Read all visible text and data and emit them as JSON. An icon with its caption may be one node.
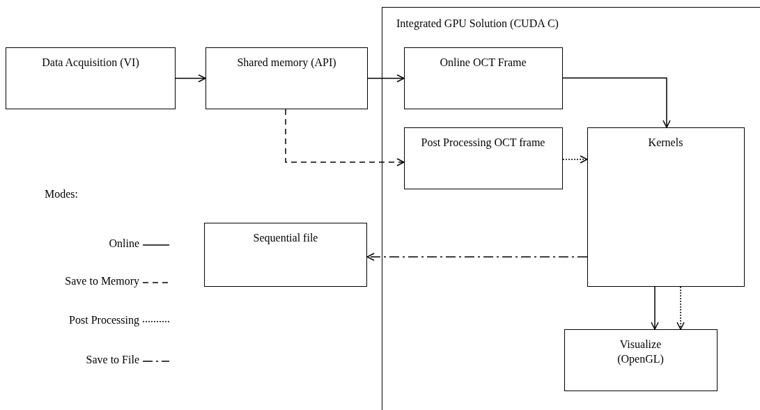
{
  "diagram": {
    "nodes": [
      {
        "text": [
          "Integrated GPU Solution (CUDA C)"
        ]
      },
      {
        "text": [
          "Data Acquisition (VI)"
        ]
      },
      {
        "text": [
          "Shared memory (API)"
        ]
      },
      {
        "text": [
          "Online OCT Frame"
        ],
        "in": 0
      },
      {
        "text": [
          "Post Processing OCT frame"
        ],
        "in": 0
      },
      {
        "text": [
          "Kernels"
        ],
        "in": 0
      },
      {
        "text": [
          "Sequential file"
        ]
      },
      {
        "text": [
          "Visualize (OpenGL)"
        ],
        "in": 0
      }
    ],
    "edges": [
      {
        "from": 1,
        "to": 2,
        "arrow": "to"
      },
      {
        "from": 2,
        "to": 3,
        "arrow": "to"
      },
      {
        "from": 3,
        "to": 5,
        "arrow": "to"
      },
      {
        "from": 2,
        "to": 4,
        "arrow": "to",
        "style": "dashed"
      },
      {
        "from": 4,
        "to": 5,
        "arrow": "to",
        "style": "dashed"
      },
      {
        "from": 5,
        "to": 6,
        "arrow": "to",
        "style": "dashed"
      },
      {
        "from": 5,
        "to": 7,
        "arrow": "to"
      },
      {
        "from": 5,
        "to": 7,
        "arrow": "to",
        "style": "dashed"
      }
    ],
    "labels": [
      "Modes:"
    ],
    "legend": [
      {
        "text": "Online"
      },
      {
        "text": "Save to Memory"
      },
      {
        "text": "Post Processing"
      },
      {
        "text": "Save to File"
      }
    ]
  }
}
